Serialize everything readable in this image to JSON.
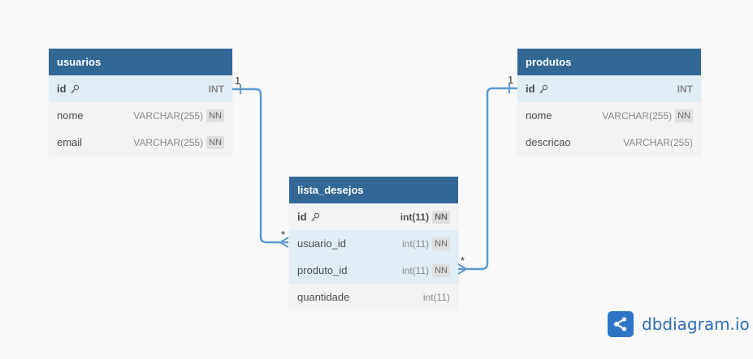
{
  "tables": {
    "usuarios": {
      "name": "usuarios",
      "fields": [
        {
          "name": "id",
          "type": "INT",
          "nn": "",
          "pk": true
        },
        {
          "name": "nome",
          "type": "VARCHAR(255)",
          "nn": "NN",
          "pk": false
        },
        {
          "name": "email",
          "type": "VARCHAR(255)",
          "nn": "NN",
          "pk": false
        }
      ]
    },
    "produtos": {
      "name": "produtos",
      "fields": [
        {
          "name": "id",
          "type": "INT",
          "nn": "",
          "pk": true
        },
        {
          "name": "nome",
          "type": "VARCHAR(255)",
          "nn": "NN",
          "pk": false
        },
        {
          "name": "descricao",
          "type": "VARCHAR(255)",
          "nn": "",
          "pk": false
        }
      ]
    },
    "lista_desejos": {
      "name": "lista_desejos",
      "fields": [
        {
          "name": "id",
          "type": "int(11)",
          "nn": "NN",
          "pk": true
        },
        {
          "name": "usuario_id",
          "type": "int(11)",
          "nn": "NN",
          "pk": false
        },
        {
          "name": "produto_id",
          "type": "int(11)",
          "nn": "NN",
          "pk": false
        },
        {
          "name": "quantidade",
          "type": "int(11)",
          "nn": "",
          "pk": false
        }
      ]
    }
  },
  "relationships": [
    {
      "from": "usuarios.id",
      "to": "lista_desejos.usuario_id",
      "from_card": "1",
      "to_card": "*"
    },
    {
      "from": "produtos.id",
      "to": "lista_desejos.produto_id",
      "from_card": "1",
      "to_card": "*"
    }
  ],
  "brand": {
    "text": "dbdiagram.io",
    "icon": "share-nodes-icon"
  },
  "colors": {
    "header": "#316896",
    "link": "#5f9ad0",
    "highlight_row": "#e0edf5",
    "brand": "#2e74c6"
  }
}
